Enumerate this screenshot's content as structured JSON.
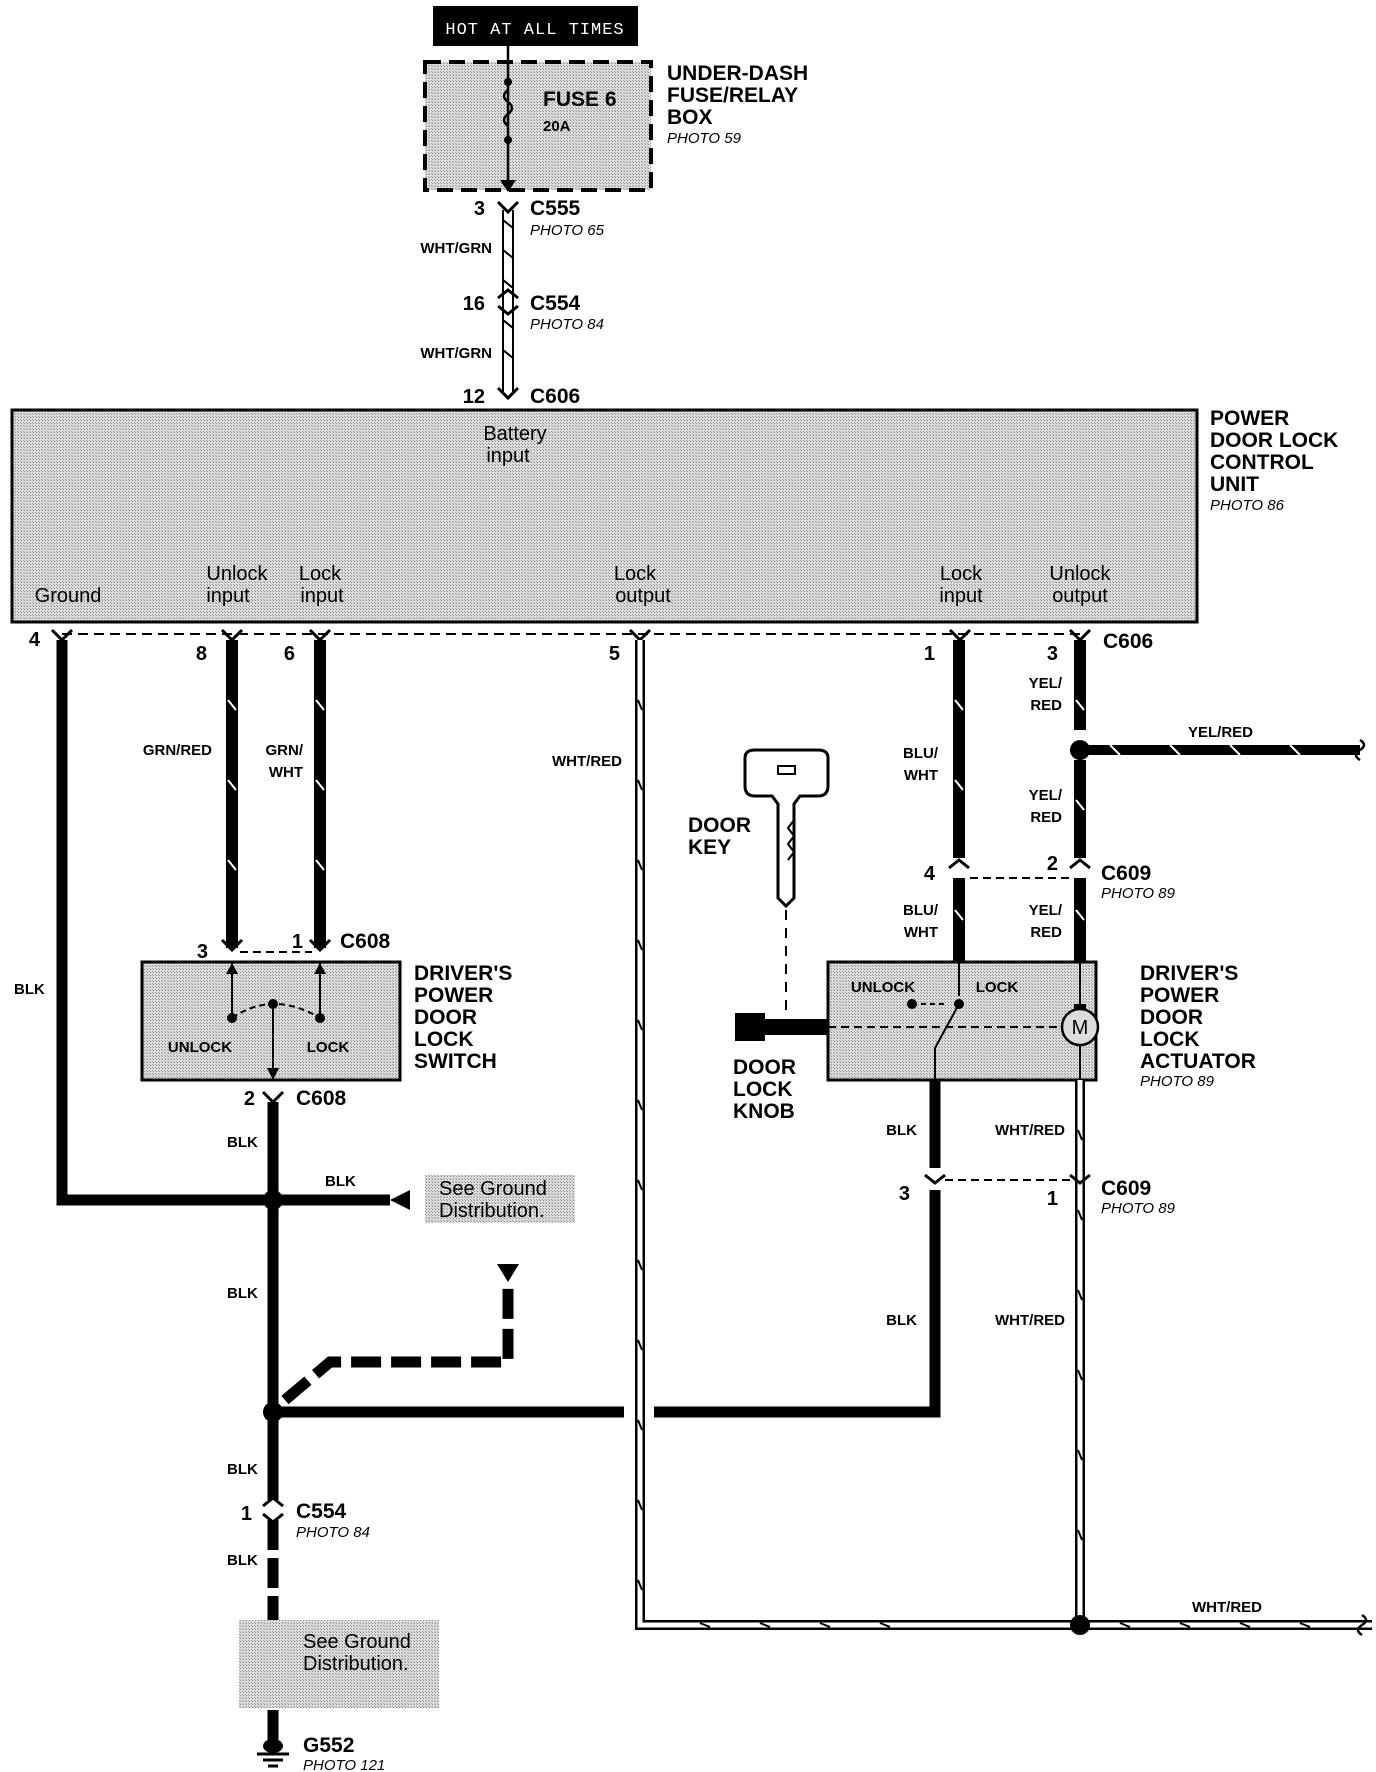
{
  "diagram": {
    "hot_at_all_times": "HOT AT ALL TIMES",
    "fuse_box": {
      "lines": [
        "UNDER-DASH",
        "FUSE/RELAY",
        "BOX"
      ],
      "photo": "PHOTO 59",
      "fuse_name": "FUSE 6",
      "fuse_rating": "20A"
    },
    "connectors": {
      "c555": {
        "name": "C555",
        "photo": "PHOTO 65",
        "pin": "3"
      },
      "c554_top": {
        "name": "C554",
        "photo": "PHOTO 84",
        "pin": "16"
      },
      "c606_top": {
        "name": "C606",
        "pin": "12"
      },
      "c606_bottom": {
        "name": "C606",
        "pins": [
          "4",
          "8",
          "6",
          "5",
          "1",
          "3"
        ]
      },
      "c608_top": {
        "name": "C608",
        "pins": [
          "3",
          "1"
        ]
      },
      "c608_bottom": {
        "name": "C608",
        "pin": "2"
      },
      "c609_top": {
        "name": "C609",
        "photo": "PHOTO 89",
        "pins": [
          "4",
          "2"
        ]
      },
      "c609_bottom": {
        "name": "C609",
        "photo": "PHOTO 89",
        "pins": [
          "3",
          "1"
        ]
      },
      "c554_bottom": {
        "name": "C554",
        "photo": "PHOTO 84",
        "pin": "1"
      },
      "g552": {
        "name": "G552",
        "photo": "PHOTO 121"
      }
    },
    "control_unit": {
      "lines": [
        "POWER",
        "DOOR LOCK",
        "CONTROL",
        "UNIT"
      ],
      "photo": "PHOTO 86",
      "battery_input": [
        "Battery",
        "input"
      ],
      "ground": "Ground",
      "unlock_input": [
        "Unlock",
        "input"
      ],
      "lock_input_left": [
        "Lock",
        "input"
      ],
      "lock_output": [
        "Lock",
        "output"
      ],
      "lock_input_right": [
        "Lock",
        "input"
      ],
      "unlock_output": [
        "Unlock",
        "output"
      ]
    },
    "switch": {
      "lines": [
        "DRIVER'S",
        "POWER",
        "DOOR",
        "LOCK",
        "SWITCH"
      ],
      "unlock": "UNLOCK",
      "lock": "LOCK"
    },
    "actuator": {
      "lines": [
        "DRIVER'S",
        "POWER",
        "DOOR",
        "LOCK",
        "ACTUATOR"
      ],
      "photo": "PHOTO 89",
      "unlock": "UNLOCK",
      "lock": "LOCK",
      "motor": "M"
    },
    "door_key": [
      "DOOR",
      "KEY"
    ],
    "door_lock_knob": [
      "DOOR",
      "LOCK",
      "KNOB"
    ],
    "ground_dist": [
      "See Ground",
      "Distribution."
    ],
    "wires": {
      "wht_grn": "WHT/GRN",
      "grn_red": "GRN/RED",
      "grn_wht": [
        "GRN/",
        "WHT"
      ],
      "wht_red": "WHT/RED",
      "blu_wht": [
        "BLU/",
        "WHT"
      ],
      "yel_red_v": [
        "YEL/",
        "RED"
      ],
      "yel_red": "YEL/RED",
      "blk": "BLK"
    }
  }
}
